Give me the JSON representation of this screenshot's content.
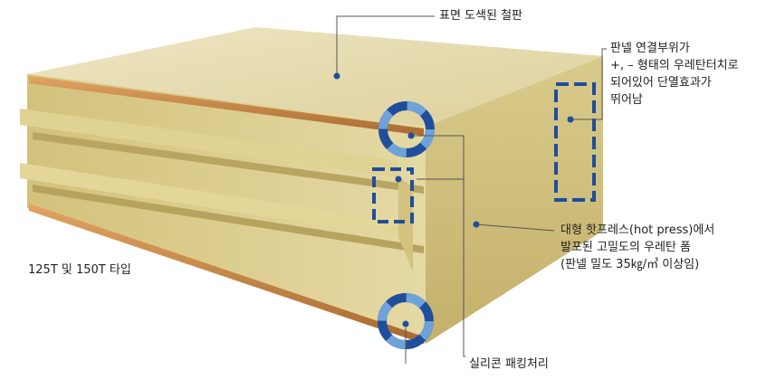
{
  "labels": {
    "top_sheet": "표면 도색된 철판",
    "joint": [
      "판넬 연결부위가",
      "+, – 형태의 우레탄터치로",
      "되어있어 단열효과가",
      "뛰어남"
    ],
    "foam": [
      "대형 핫프레스(hot press)에서",
      "발포된 고밀도의 우레탄 폼",
      "(판넬 밀도 35㎏/㎥ 이상임)"
    ],
    "panel_type": "125T 및 150T 타입",
    "silicone": "실리콘 패킹처리"
  },
  "colors": {
    "panel_top": "#e6dcae",
    "panel_side": "#cfc07e",
    "copper_strip": "#c98a4a",
    "callout_blue": "#1f4e9c",
    "callout_light_blue": "#6fa2d8",
    "leader_line": "#555555"
  }
}
